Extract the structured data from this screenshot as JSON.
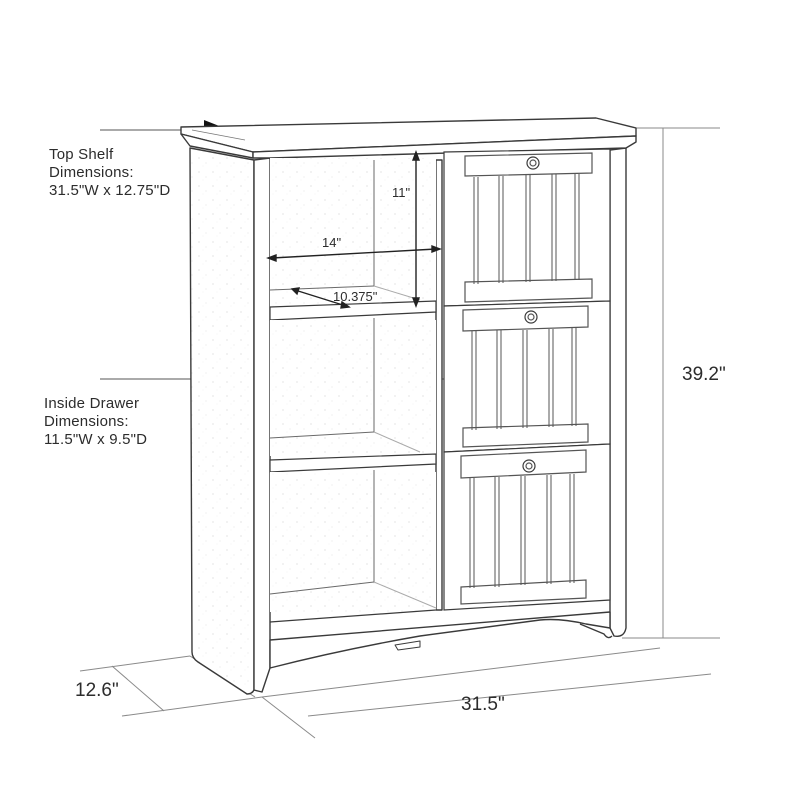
{
  "diagram": {
    "subject": "cabinet-with-cubbies-and-drawers",
    "colors": {
      "line": "#3a3a3a",
      "dim_line": "#8a8a8a",
      "fill": "#ffffff",
      "arrow": "#111111"
    },
    "callouts": {
      "top_shelf": {
        "line1": "Top Shelf",
        "line2": "Dimensions:",
        "line3": "31.5\"W x 12.75\"D"
      },
      "inside_drawer": {
        "line1": "Inside Drawer",
        "line2": "Dimensions:",
        "line3": "11.5\"W x 9.5\"D"
      }
    },
    "dimensions": {
      "height": "39.2\"",
      "width": "31.5\"",
      "depth": "12.6\"",
      "cubby_height": "11\"",
      "cubby_width": "14\"",
      "cubby_depth": "10.375\""
    },
    "drawers": [
      {
        "name": "top-drawer"
      },
      {
        "name": "middle-drawer"
      },
      {
        "name": "bottom-drawer"
      }
    ],
    "cubbies": [
      {
        "name": "top-cubby"
      },
      {
        "name": "middle-cubby"
      },
      {
        "name": "bottom-cubby"
      }
    ]
  }
}
